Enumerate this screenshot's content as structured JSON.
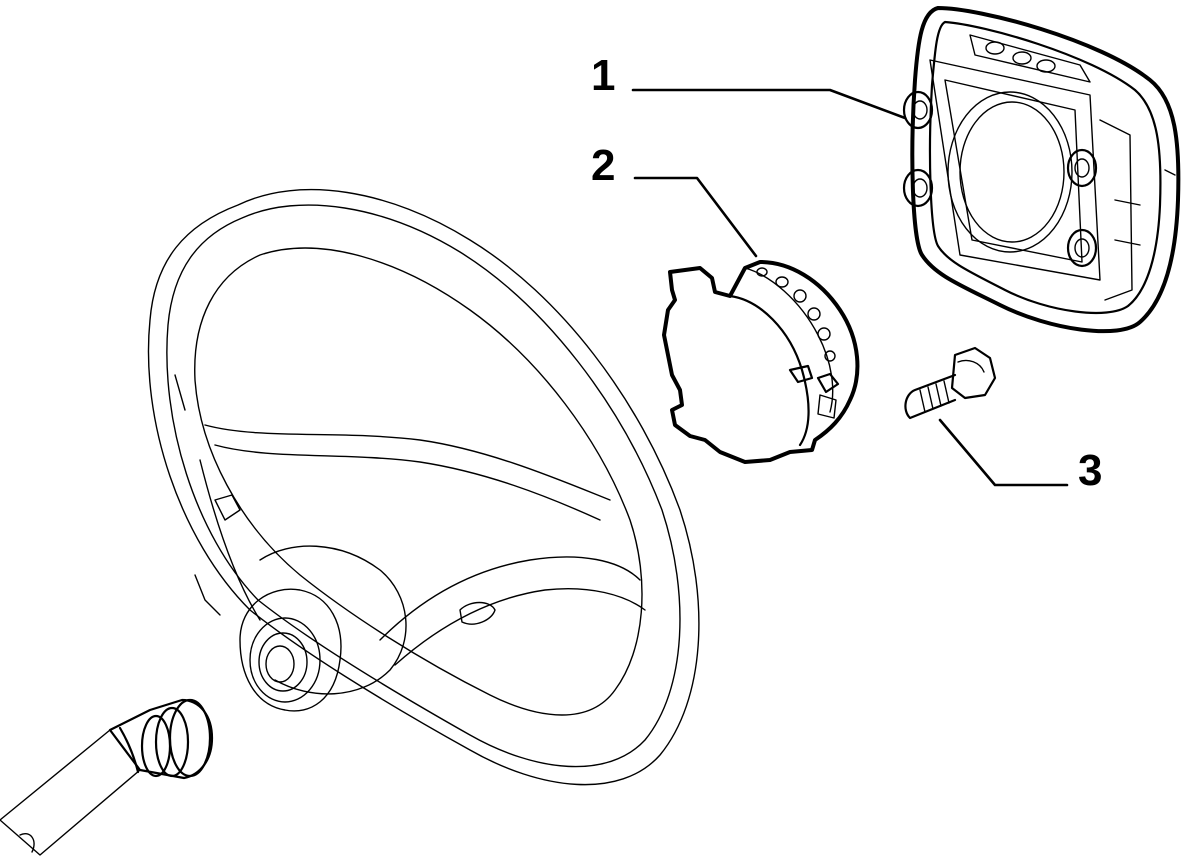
{
  "callouts": {
    "part_1": "1",
    "part_2": "2",
    "part_3": "3"
  },
  "icons": {
    "steering_wheel": "steering-wheel-icon",
    "airbag_cover": "airbag-cover-icon",
    "clock_spring": "clock-spring-icon",
    "bolt": "bolt-icon",
    "steering_column": "steering-column-icon"
  },
  "colors": {
    "line": "#000000",
    "background": "#ffffff"
  }
}
